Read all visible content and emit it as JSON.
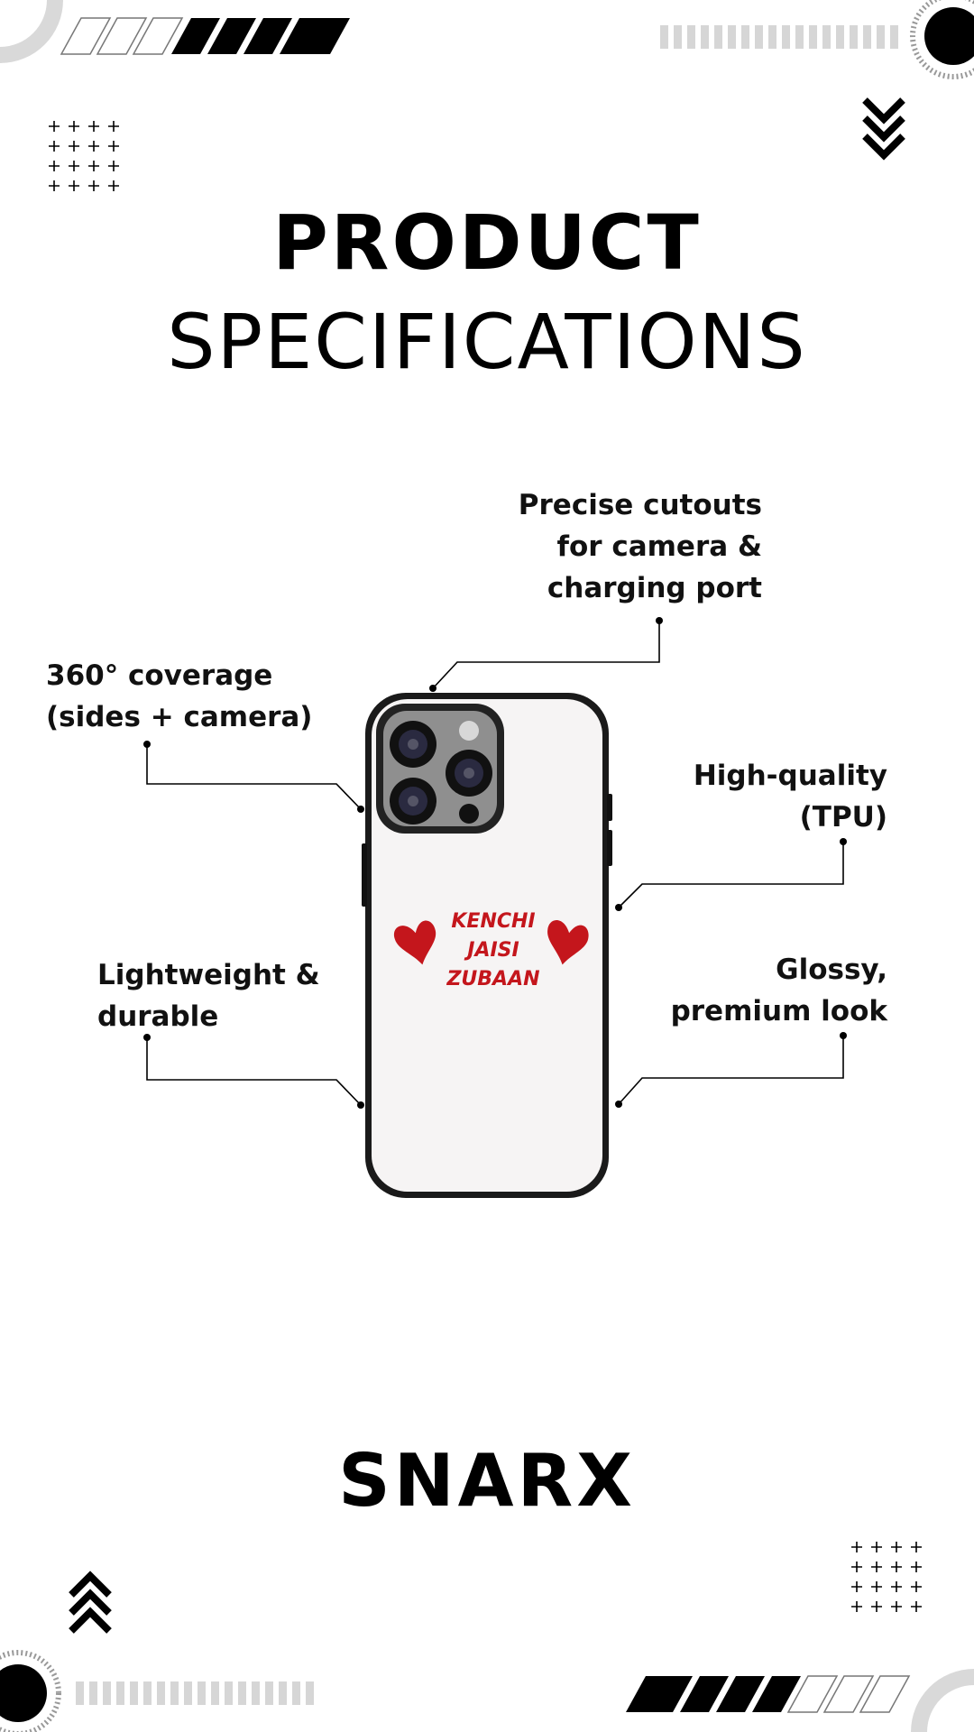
{
  "header": {
    "title_line1": "PRODUCT",
    "title_line2": "SPECIFICATIONS"
  },
  "features": {
    "cutouts": {
      "line1": "Precise cutouts",
      "line2": "for camera &",
      "line3": "charging port"
    },
    "coverage": {
      "line1": "360° coverage",
      "line2": "(sides + camera)"
    },
    "material": {
      "line1": "High-quality",
      "line2": "(TPU)"
    },
    "weight": {
      "line1": "Lightweight &",
      "line2": "durable"
    },
    "finish": {
      "line1": "Glossy,",
      "line2": "premium look"
    }
  },
  "product": {
    "case_text_line1": "KENCHI",
    "case_text_line2": "JAISI",
    "case_text_line3": "ZUBAAN"
  },
  "footer": {
    "brand": "SNARX"
  },
  "colors": {
    "background": "#ffffff",
    "ink": "#000000",
    "accent_red": "#c4161c",
    "case_body": "#f6f4f4",
    "muted_gray": "#d6d6d6"
  },
  "icons": [
    "chevron-down-icon",
    "chevron-up-icon",
    "plus-grid-icon",
    "hatched-stripes-icon",
    "circle-ring-icon"
  ]
}
